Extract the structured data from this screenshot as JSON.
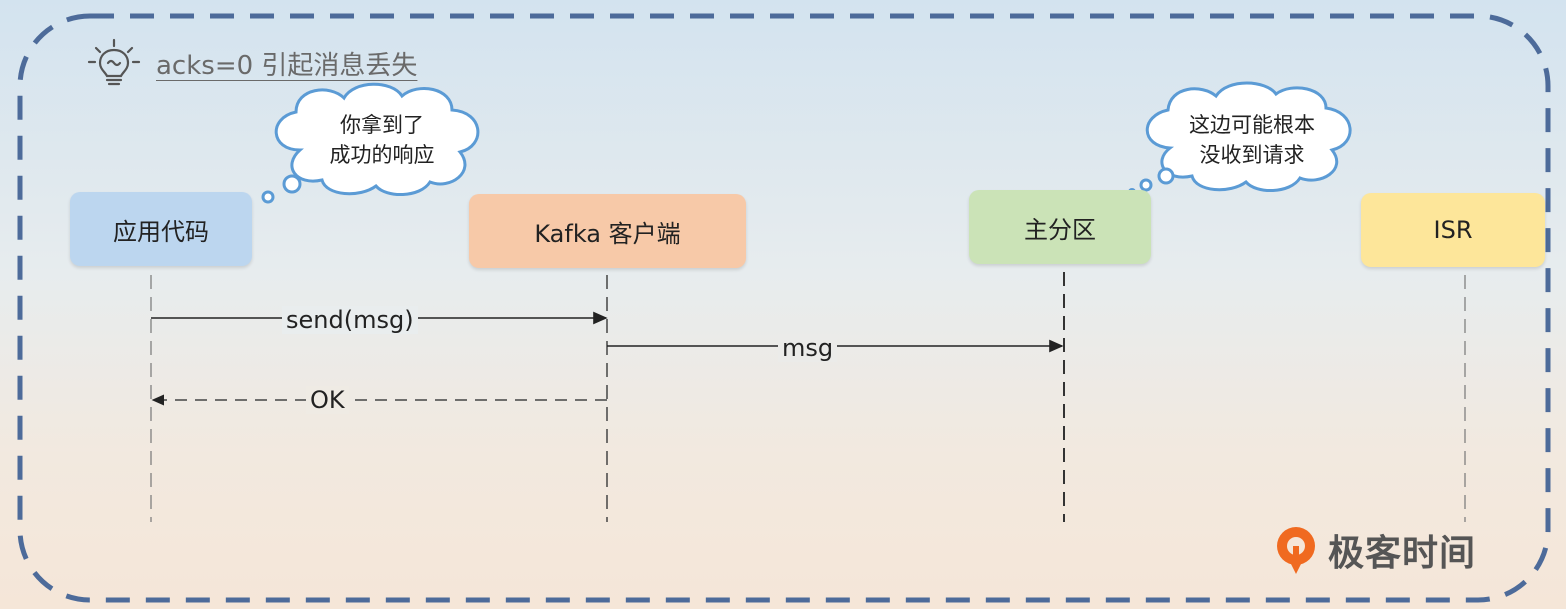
{
  "title": "acks=0 引起消息丢失",
  "icon": "lightbulb-icon",
  "participants": {
    "app": "应用代码",
    "client": "Kafka 客户端",
    "leader": "主分区",
    "isr": "ISR"
  },
  "messages": {
    "send": "send(msg)",
    "msg": "msg",
    "ok": "OK"
  },
  "bubbles": {
    "app": {
      "line1": "你拿到了",
      "line2": "成功的响应"
    },
    "leader": {
      "line1": "这边可能根本",
      "line2": "没收到请求"
    }
  },
  "brand": {
    "name": "极客时间",
    "icon": "geektime-logo-icon"
  },
  "colors": {
    "app": "#bcd6ef",
    "client": "#f7c9a8",
    "leader": "#cbe3b7",
    "isr": "#fde69a",
    "frame": "#4d6b9a",
    "brand": "#f06a20"
  }
}
